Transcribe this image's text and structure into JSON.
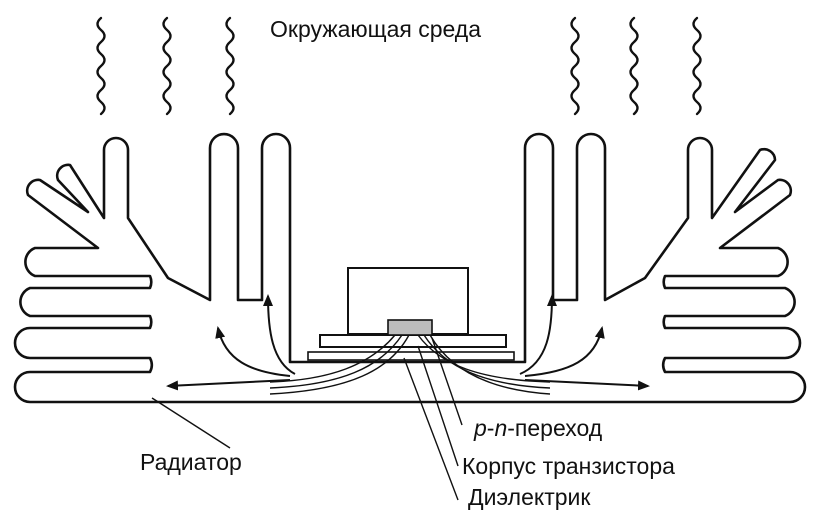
{
  "labels": {
    "environment": "Окружающая среда",
    "radiator": "Радиатор",
    "pn_italic": "p",
    "pn_dash": "-",
    "pn_italic2": "n",
    "pn_rest": "-переход",
    "transistor_case": "Корпус транзистора",
    "dielectric": "Диэлектрик"
  },
  "colors": {
    "ink": "#111111",
    "background": "#ffffff",
    "chip": "#bdbdbd"
  }
}
